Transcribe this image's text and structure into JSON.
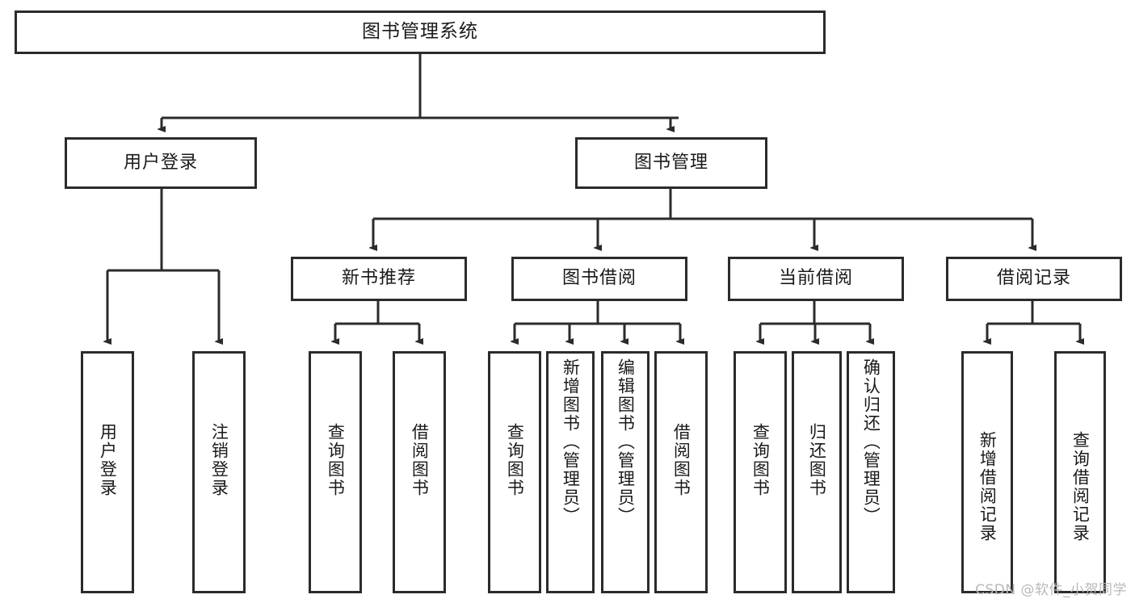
{
  "diagram": {
    "title": "图书管理系统",
    "watermark": "CSDN @软件_小贺同学",
    "colors": {
      "box_border": "#2b2b2b",
      "box_fill": "#ffffff",
      "edge": "#2b2b2b",
      "text": "#1a1a1a",
      "watermark": "#b9b9b9",
      "background": "#ffffff"
    },
    "root": {
      "label": "图书管理系统"
    },
    "level1": [
      {
        "label": "用户登录"
      },
      {
        "label": "图书管理"
      }
    ],
    "level2": [
      {
        "label": "新书推荐"
      },
      {
        "label": "图书借阅"
      },
      {
        "label": "当前借阅"
      },
      {
        "label": "借阅记录"
      }
    ],
    "leaves": {
      "user_login": [
        {
          "label": "用户登录"
        },
        {
          "label": "注销登录"
        }
      ],
      "new_book": [
        {
          "label": "查询图书"
        },
        {
          "label": "借阅图书"
        }
      ],
      "book_borrow": [
        {
          "label": "查询图书"
        },
        {
          "label": "新增图书（管理员）"
        },
        {
          "label": "编辑图书（管理员）"
        },
        {
          "label": "借阅图书"
        }
      ],
      "current_borrow": [
        {
          "label": "查询图书"
        },
        {
          "label": "归还图书"
        },
        {
          "label": "确认归还（管理员）"
        }
      ],
      "borrow_record": [
        {
          "label": "新增借阅记录"
        },
        {
          "label": "查询借阅记录"
        }
      ]
    }
  }
}
